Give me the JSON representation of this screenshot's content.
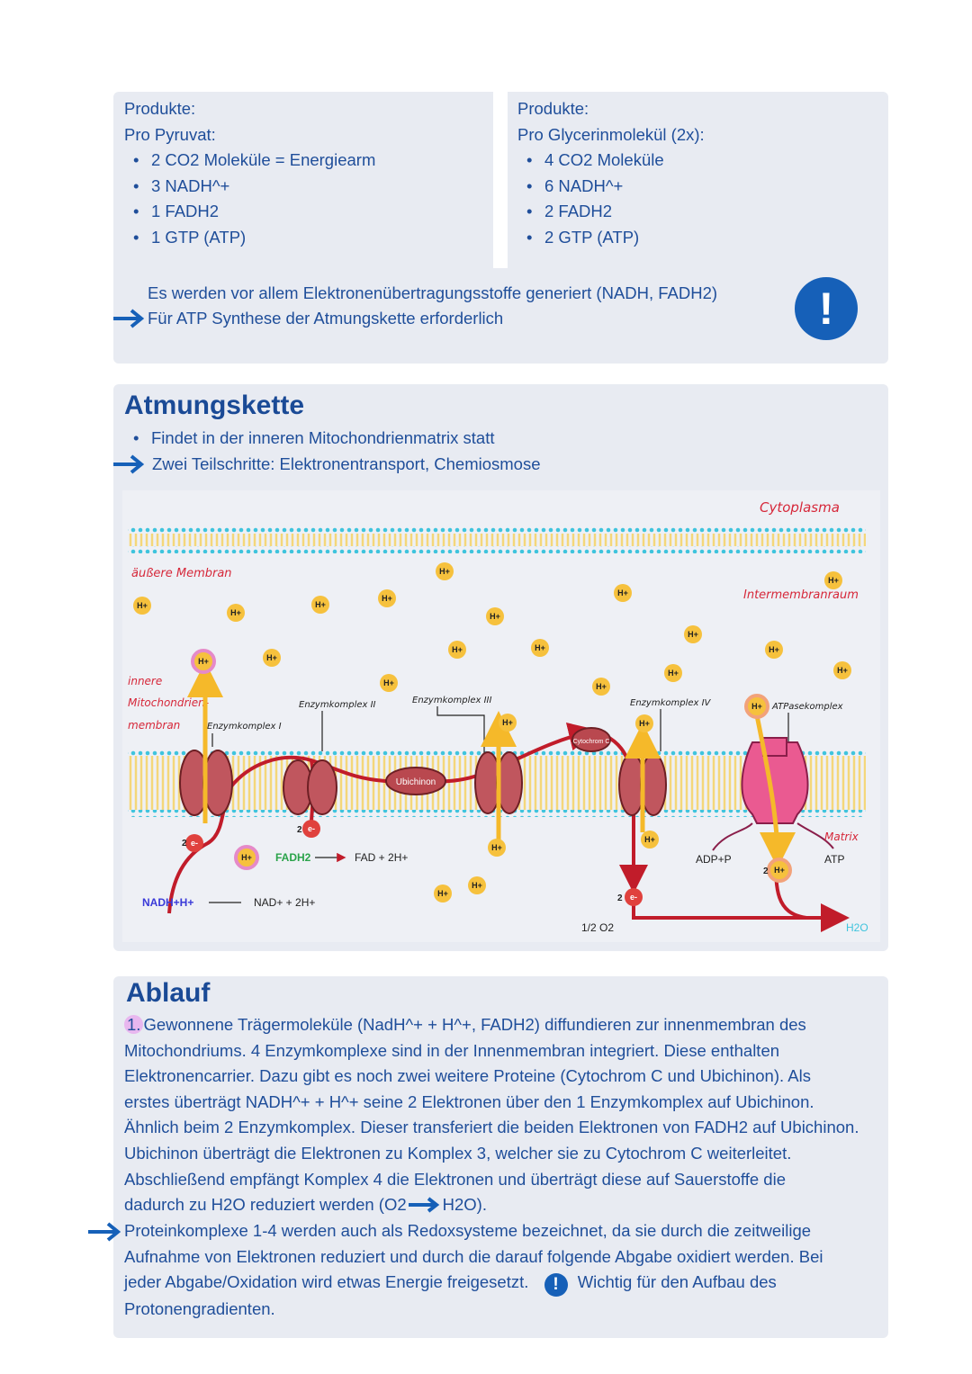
{
  "products_left": {
    "heading": "Produkte:",
    "sub": "Pro Pyruvat:",
    "items": [
      "2 CO2 Moleküle = Energiearm",
      "3 NADH^+",
      "1 FADH2",
      "1 GTP (ATP)"
    ]
  },
  "products_right": {
    "heading": "Produkte:",
    "sub": "Pro Glycerinmolekül (2x):",
    "items": [
      "4 CO2 Moleküle",
      "6 NADH^+",
      "2 FADH2",
      "2 GTP (ATP)"
    ]
  },
  "summary": {
    "line1": "Es werden vor allem Elektronenübertragungsstoffe generiert (NADH, FADH2)",
    "line2": "Für ATP Synthese der Atmungskette erforderlich",
    "icon": "exclamation-icon"
  },
  "atmung": {
    "title": "Atmungskette",
    "bullet": "Findet in der inneren Mitochondrienmatrix statt",
    "arrow_line": "Zwei Teilschritte: Elektronentransport, Chemiosmose"
  },
  "diagram": {
    "cytoplasma": "Cytoplasma",
    "outer_membrane": "äußere Membran",
    "intermembrane": "Intermembranraum",
    "inner_membrane": [
      "innere",
      "Mitochondrien-",
      "membran"
    ],
    "complex1": "Enzymkomplex I",
    "complex2": "Enzymkomplex II",
    "complex3": "Enzymkomplex III",
    "complex4": "Enzymkomplex IV",
    "atpase": "ATPasekomplex",
    "ubichinon": "Ubichinon",
    "cytochrom": "Cytochrom C",
    "hplus": "H+",
    "electron": "e-",
    "fadh2": "FADH2",
    "fad": "FAD + 2H+",
    "nadh": "NADH+H+",
    "nad": "NAD+ + 2H+",
    "adp": "ADP+P",
    "atp": "ATP",
    "matrix": "Matrix",
    "o2": "1/2 O2",
    "h2o": "H2O",
    "two": "2"
  },
  "ablauf": {
    "title": "Ablauf",
    "num": "1.",
    "lines": [
      "Gewonnene Trägermoleküle (NadH^+ + H^+, FADH2) diffundieren zur innenmembran des",
      "Mitochondriums. 4 Enzymkomplexe sind in der Innenmembran integriert. Diese enthalten",
      "Elektronencarrier. Dazu gibt es noch zwei weitere Proteine (Cytochrom C und Ubichinon). Als",
      "erstes überträgt NADH^+ + H^+ seine 2 Elektronen über den 1 Enzymkomplex auf Ubichinon.",
      "Ähnlich beim 2 Enzymkomplex. Dieser transferiert die beiden Elektronen von FADH2 auf Ubichinon.",
      "Ubichinon überträgt die Elektronen zu Komplex 3, welcher sie zu Cytochrom C weiterleitet.",
      "Abschließend empfängt Komplex 4 die Elektronen und überträgt diese auf Sauerstoffe die"
    ],
    "line8_a": "dadurch zu H2O reduziert werden (O2",
    "line8_b": "H2O).",
    "p2_lines": [
      "Proteinkomplexe 1-4 werden auch als Redoxsysteme bezeichnet, da sie durch die zeitweilige",
      "Aufnahme von Elektronen reduziert und durch die darauf folgende Abgabe oxidiert werden. Bei"
    ],
    "p2_last_a": "jeder Abgabe/Oxidation wird etwas Energie freigesetzt.",
    "p2_last_b": "Wichtig für den Aufbau des",
    "p2_end": "Protonengradienten."
  }
}
